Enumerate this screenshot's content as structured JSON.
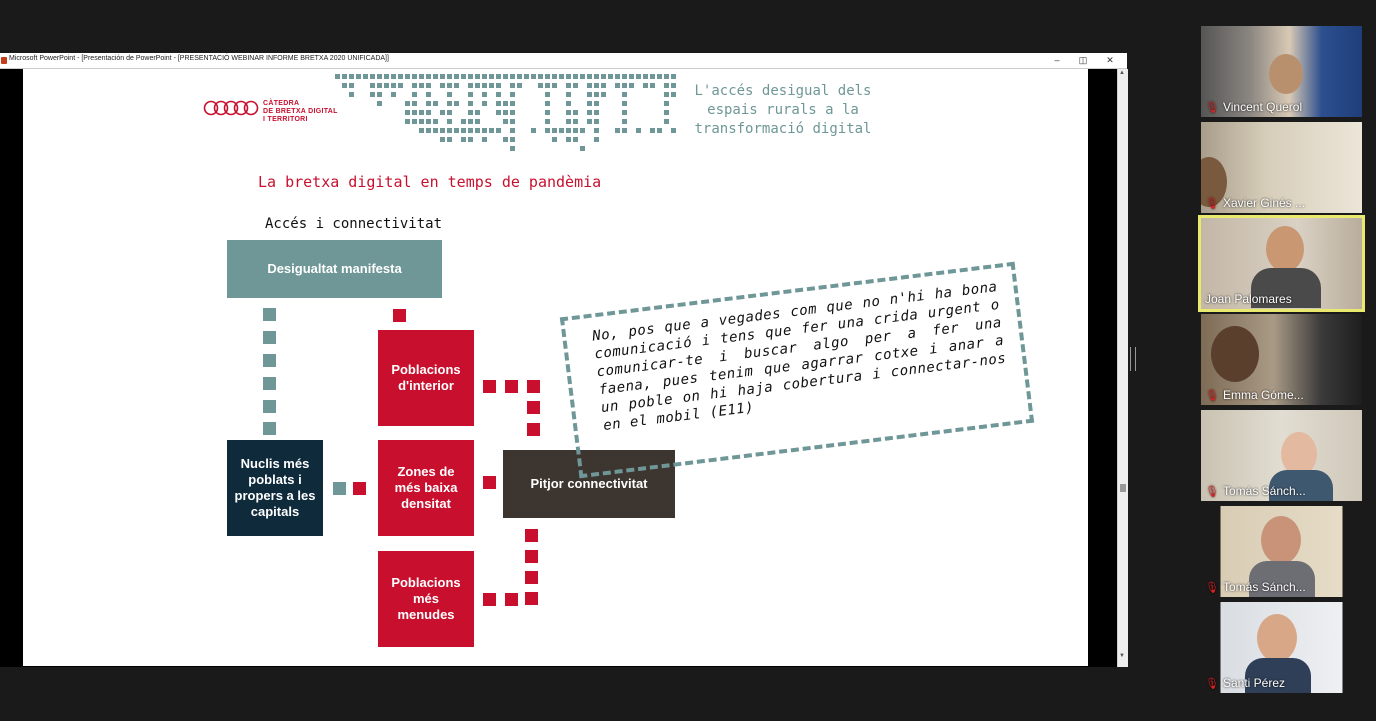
{
  "window": {
    "title": "Microsoft PowerPoint - [Presentación de PowerPoint - [PRESENTACIÓ WEBINAR INFORME BRETXA 2020 UNIFICADA]]",
    "minimize": "–",
    "restore": "◫",
    "close": "✕"
  },
  "slide": {
    "logo_lines": [
      "CÀTEDRA",
      "DE BRETXA DIGITAL",
      "I TERRITORI"
    ],
    "header_title": "L'accés desigual dels espais rurals a la transformació digital",
    "heading": "La bretxa digital en temps de pandèmia",
    "subheading": "Accés i connectivitat",
    "boxes": {
      "desigualtat": "Desigualtat manifesta",
      "nuclis": "Nuclis més poblats i propers a les capitals",
      "interior": "Poblacions d'interior",
      "zones": "Zones de més baixa densitat",
      "menudes": "Poblacions més menudes",
      "pitjor": "Pitjor connectivitat"
    },
    "quote": "No, pos que a vegades com que no n'hi ha bona comunicació i tens que fer una crida urgent o comunicar-te i buscar algo per a fer una faena, pues tenim que agarrar cotxe i anar a un poble on hi haja cobertura i connectar-nos en el mobil (E11)",
    "colors": {
      "teal": "#6f9797",
      "red": "#c8102e",
      "navy": "#0e2a3b",
      "dark": "#3c3530"
    }
  },
  "participants": [
    {
      "name": "Vincent Querol",
      "muted": true,
      "active": false
    },
    {
      "name": "Xavier Ginés ...",
      "muted": true,
      "active": false
    },
    {
      "name": "Joan Palomares",
      "muted": false,
      "active": true
    },
    {
      "name": "Emma Góme...",
      "muted": true,
      "active": false
    },
    {
      "name": "Tomás Sánch...",
      "muted": true,
      "active": false
    },
    {
      "name": "Tomás Sánch...",
      "muted": true,
      "active": false
    },
    {
      "name": "Santi Pérez",
      "muted": true,
      "active": false
    }
  ],
  "icons": {
    "mic_muted": "mic-muted-icon"
  }
}
